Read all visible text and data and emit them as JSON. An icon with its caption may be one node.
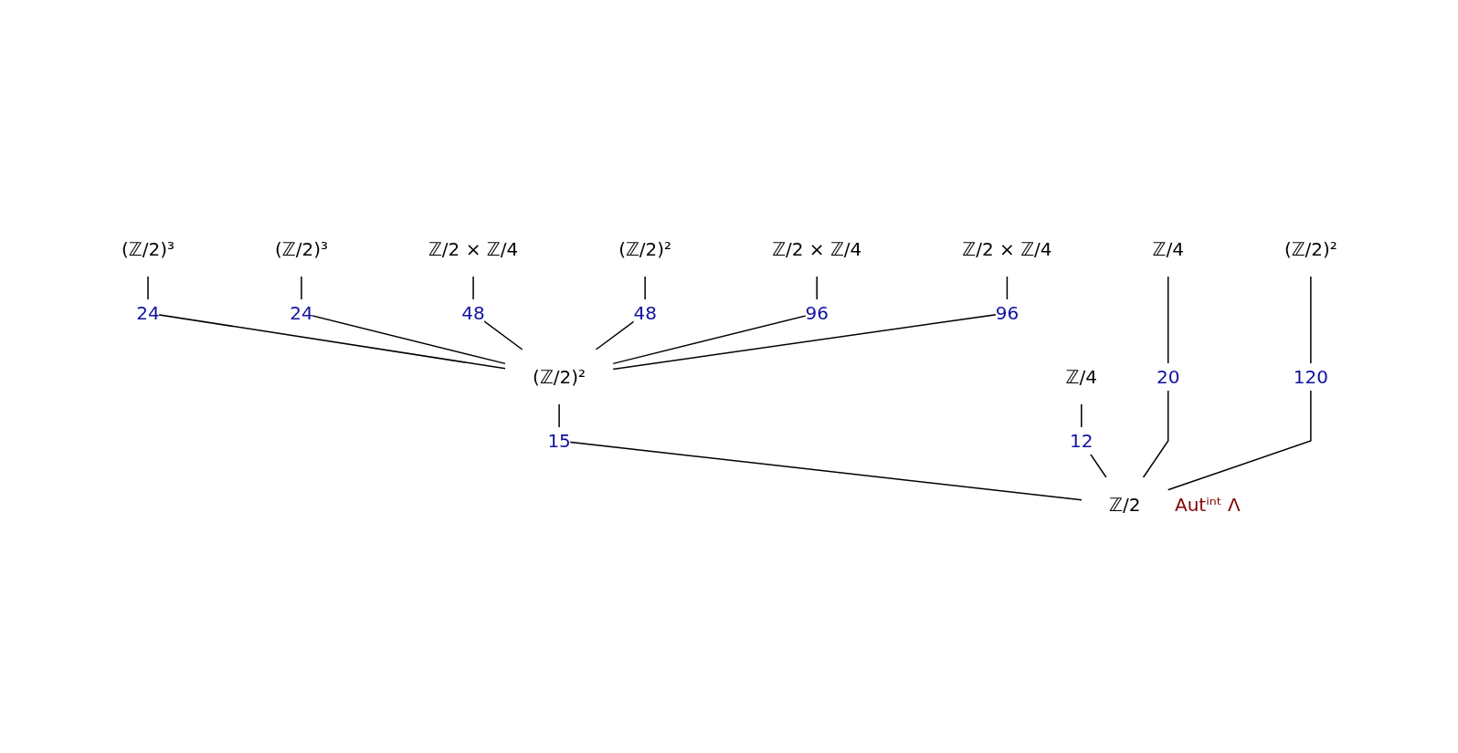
{
  "diagram": {
    "nodes": [
      {
        "text": [
          "ℤ/2 × ℤ/4"
        ]
      },
      {
        "text": [
          "ℤ/2 × ℤ/4"
        ]
      },
      {
        "text": [
          "ℤ/2 × ℤ/4"
        ]
      },
      {
        "text": [
          "(ℤ/2)²"
        ]
      },
      {
        "text": [
          "(ℤ/2)³"
        ]
      },
      {
        "text": [
          "(ℤ/2)³"
        ]
      },
      {
        "text": [
          "(ℤ/2)²"
        ]
      },
      {
        "text": [
          "ℤ/4"
        ]
      },
      {
        "text": [
          "(ℤ/2)²"
        ]
      },
      {
        "text": [
          "ℤ/4"
        ]
      },
      {
        "text": [
          "ℤ/2"
        ],
        "beside": [
          "Autⁱⁿᵗ Λ"
        ]
      }
    ],
    "edges": [
      {
        "from": 10,
        "to": 9,
        "arrow": "none",
        "label": "12"
      },
      {
        "from": 10,
        "to": 8,
        "arrow": "none",
        "label": "15"
      },
      {
        "from": 10,
        "to": 7,
        "arrow": "none",
        "label": "20"
      },
      {
        "from": 10,
        "to": 6,
        "arrow": "none",
        "label": "120"
      },
      {
        "from": 8,
        "to": 4,
        "arrow": "none",
        "label": "24"
      },
      {
        "from": 8,
        "to": 5,
        "arrow": "none",
        "label": "24"
      },
      {
        "from": 8,
        "to": 2,
        "arrow": "none",
        "label": "48"
      },
      {
        "from": 8,
        "to": 3,
        "arrow": "none",
        "label": "48"
      },
      {
        "from": 8,
        "to": 0,
        "arrow": "none",
        "label": "96"
      },
      {
        "from": 8,
        "to": 1,
        "arrow": "none",
        "label": "96"
      }
    ]
  }
}
